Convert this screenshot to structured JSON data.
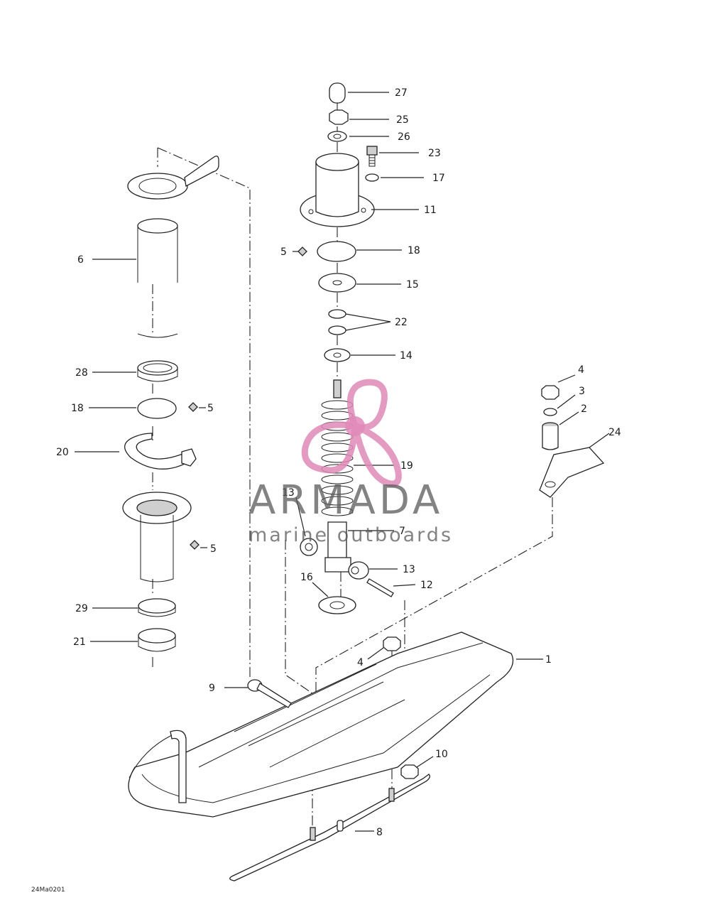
{
  "callouts": {
    "c1": "1",
    "c2": "2",
    "c3": "3",
    "c4a": "4",
    "c4b": "4",
    "c5a": "5",
    "c5b": "5",
    "c5c": "5",
    "c6": "6",
    "c7": "7",
    "c8": "8",
    "c9": "9",
    "c10": "10",
    "c11": "11",
    "c12": "12",
    "c13a": "13",
    "c13b": "13",
    "c14": "14",
    "c15": "15",
    "c16": "16",
    "c17": "17",
    "c18a": "18",
    "c18b": "18",
    "c19": "19",
    "c20": "20",
    "c21": "21",
    "c22": "22",
    "c23": "23",
    "c24": "24",
    "c25": "25",
    "c26": "26",
    "c27": "27",
    "c28": "28",
    "c29": "29"
  },
  "drawing_code": "24Ma0201",
  "watermark": {
    "brand": "ARMADA",
    "tagline": "marine outboards",
    "color": "#e08ab8"
  }
}
